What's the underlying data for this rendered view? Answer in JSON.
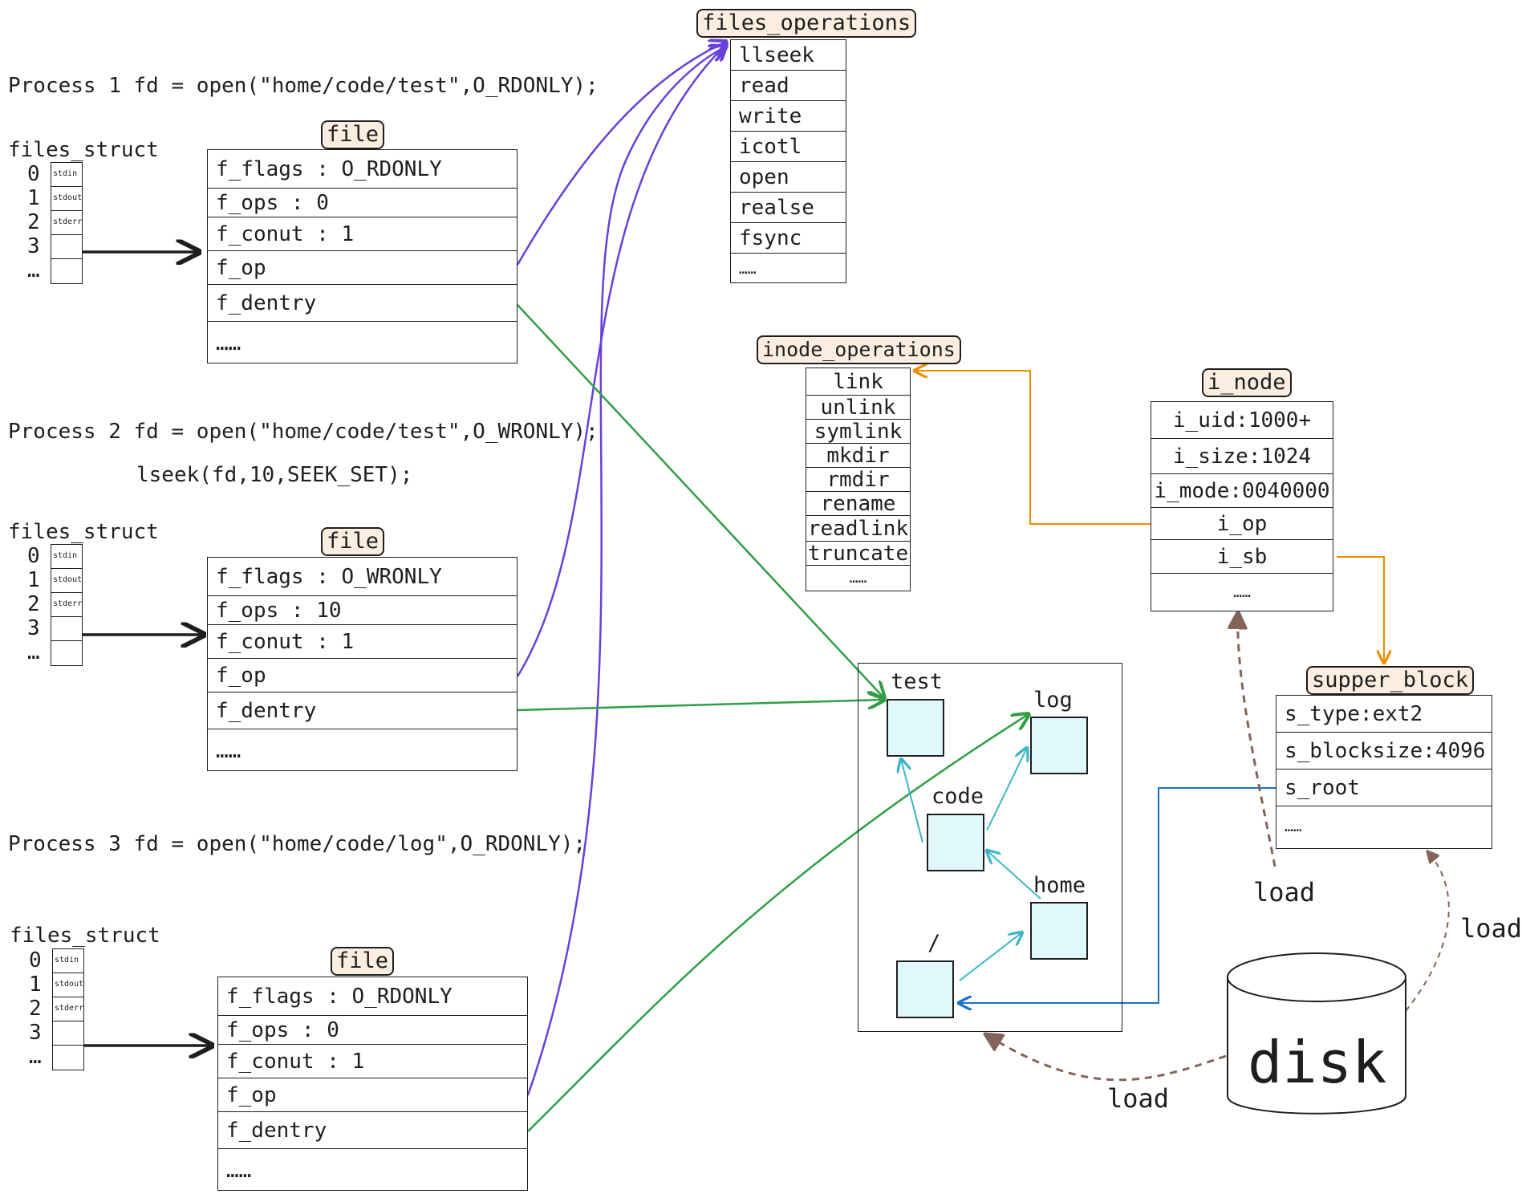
{
  "process1": {
    "command": "Process 1 fd = open(\"home/code/test\",O_RDONLY);"
  },
  "process2": {
    "command": "Process 2 fd = open(\"home/code/test\",O_WRONLY);",
    "command2": "lseek(fd,10,SEEK_SET);"
  },
  "process3": {
    "command": "Process 3 fd = open(\"home/code/log\",O_RDONLY);"
  },
  "files_struct": {
    "label": "files_struct",
    "indices": [
      "0",
      "1",
      "2",
      "3",
      "…"
    ],
    "cells": [
      "stdin",
      "stdout",
      "stderr",
      ""
    ]
  },
  "file_title": "file",
  "file1": {
    "rows": [
      "f_flags : O_RDONLY",
      "f_ops : 0",
      "f_conut : 1",
      "f_op",
      "f_dentry",
      "……"
    ]
  },
  "file2": {
    "rows": [
      "f_flags : O_WRONLY",
      "f_ops : 10",
      "f_conut : 1",
      "f_op",
      "f_dentry",
      "……"
    ]
  },
  "file3": {
    "rows": [
      "f_flags : O_RDONLY",
      "f_ops : 0",
      "f_conut : 1",
      "f_op",
      "f_dentry",
      "……"
    ]
  },
  "files_operations": {
    "title": "files_operations",
    "rows": [
      "llseek",
      "read",
      "write",
      "icotl",
      "open",
      "realse",
      "fsync",
      "……"
    ]
  },
  "inode_operations": {
    "title": "inode_operations",
    "rows": [
      "link",
      "unlink",
      "symlink",
      "mkdir",
      "rmdir",
      "rename",
      "readlink",
      "truncate",
      "……"
    ]
  },
  "i_node": {
    "title": "i_node",
    "rows": [
      "i_uid:1000+",
      "i_size:1024",
      "i_mode:0040000",
      "i_op",
      "i_sb",
      "……"
    ]
  },
  "supper_block": {
    "title": "supper_block",
    "rows": [
      "s_type:ext2",
      "s_blocksize:4096",
      "s_root",
      "……"
    ]
  },
  "dentry_tree": {
    "nodes": [
      "test",
      "log",
      "code",
      "home",
      "/"
    ]
  },
  "disk": {
    "label": "disk"
  },
  "load_labels": [
    "load",
    "load",
    "load"
  ],
  "colors": {
    "purple": "#6741d9",
    "green": "#2f9e44",
    "orange": "#f08c00",
    "cyan": "#3bb5c6",
    "blue": "#1971c2",
    "brown": "#846358",
    "tag_fill": "#fbeee0",
    "node_fill": "#e0f8fb"
  }
}
